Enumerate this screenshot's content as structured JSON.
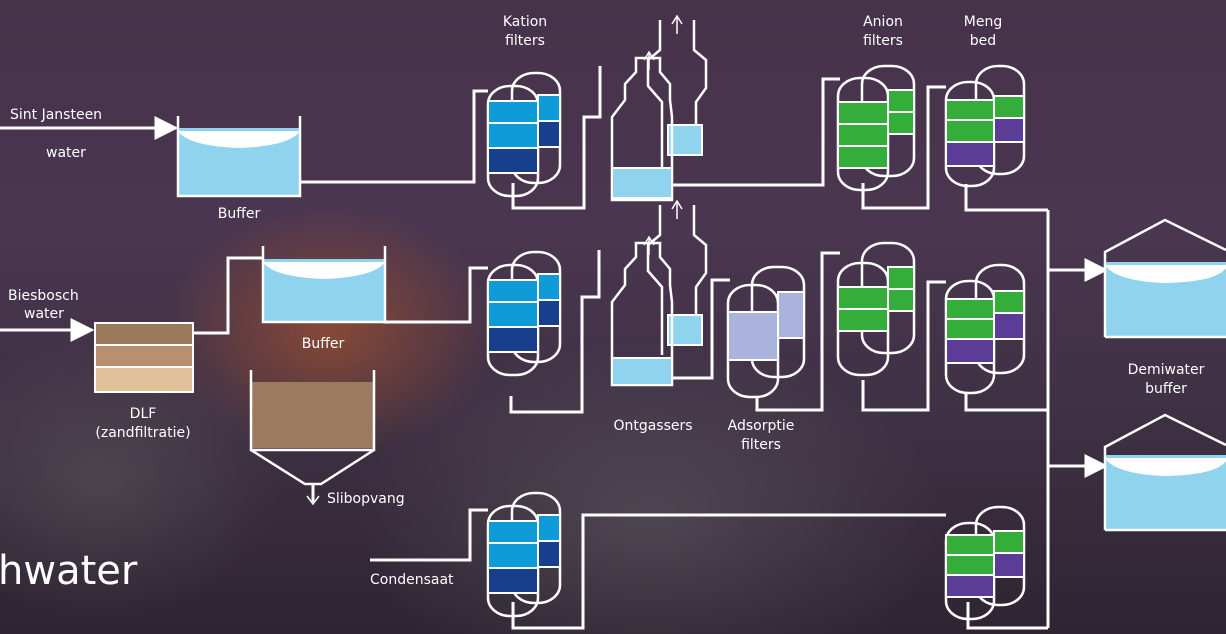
{
  "labels": {
    "kation": [
      "Kation",
      "filters"
    ],
    "anion": [
      "Anion",
      "filters"
    ],
    "meng": [
      "Meng",
      "bed"
    ],
    "sint": [
      "Sint Jansteen",
      "water"
    ],
    "buffer1": "Buffer",
    "biesbosch": [
      "Biesbosch",
      "water"
    ],
    "buffer2": "Buffer",
    "dlf": [
      "DLF",
      "(zandfiltratie)"
    ],
    "slibopvang": "Slibopvang",
    "ontgassers": "Ontgassers",
    "adsorptie": [
      "Adsorptie",
      "filters"
    ],
    "demiwater": [
      "Demiwater",
      "buffer"
    ],
    "condensaat": "Condensaat",
    "partial_title": "hwater"
  },
  "colors": {
    "water": "#8fd3ef",
    "kation_light": "#0f9bd7",
    "kation_dark": "#173f8c",
    "anion_green": "#35ad3a",
    "meng_purple": "#5b3d98",
    "adsorptie": "#a9b3dc",
    "sand_dark": "#9b7a5b",
    "sand_mid": "#b89070",
    "sand_light": "#e0c29a",
    "slib": "#9b7a62"
  }
}
